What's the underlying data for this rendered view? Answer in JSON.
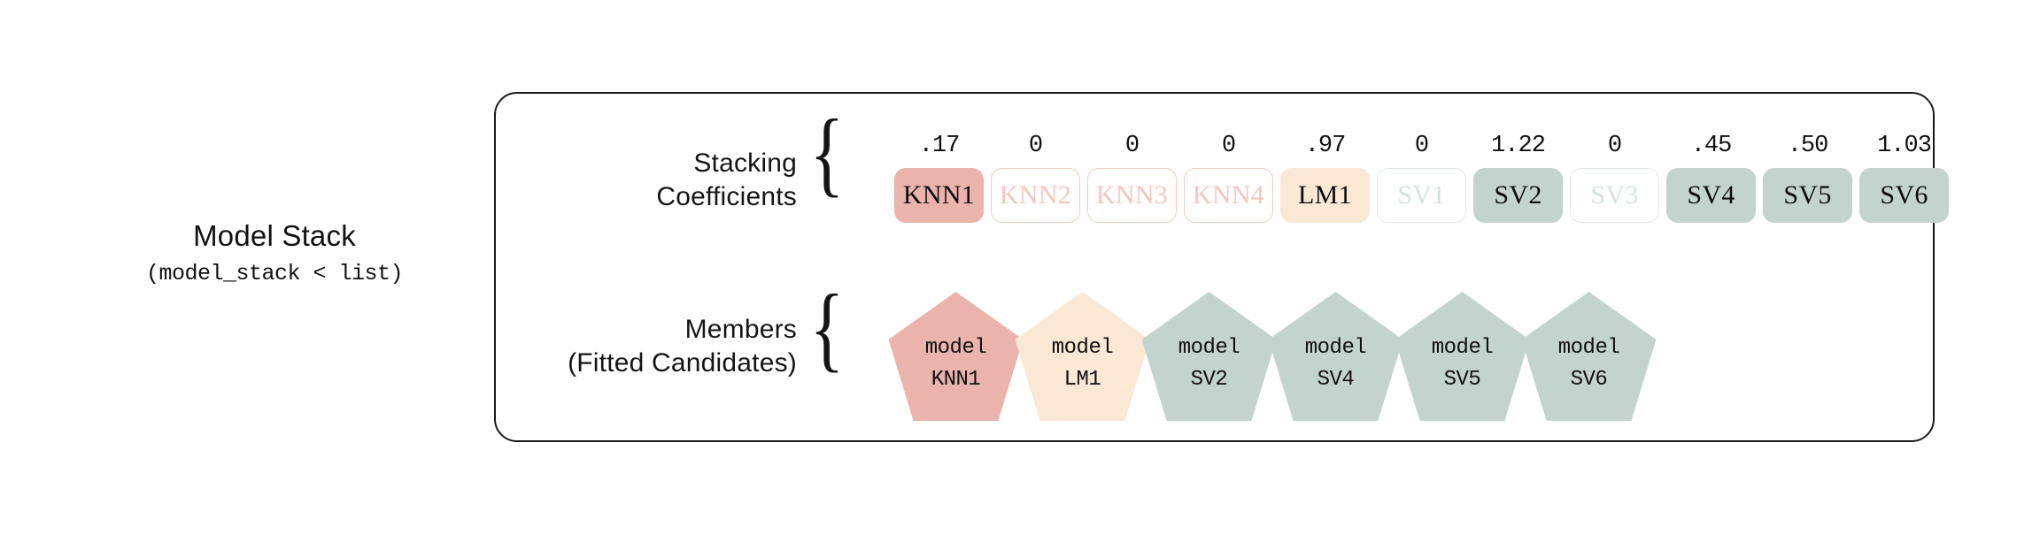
{
  "left_caption": {
    "title": "Model Stack",
    "subtitle": "(model_stack < list)"
  },
  "rows": {
    "coefficients": {
      "label_line1": "Stacking",
      "label_line2": "Coefficients",
      "brace": "{"
    },
    "members": {
      "label_line1": "Members",
      "label_line2": "(Fitted Candidates)",
      "brace": "{"
    }
  },
  "colors": {
    "pink_fill": "#eab3ab",
    "pink_muted": "#f5c5bd",
    "pink_border": "#f3cac3",
    "peach_fill": "#fae7d4",
    "sage_fill": "#c2d4cd",
    "sage_muted": "#d5e2dd",
    "sage_border": "#dde8e4",
    "text_dark": "#0d0d0d",
    "container_border": "#1b1b1b"
  },
  "coefficients": [
    {
      "value": ".17",
      "model": "KNN1",
      "state": "filled",
      "family": "knn"
    },
    {
      "value": "0",
      "model": "KNN2",
      "state": "hollow",
      "family": "knn"
    },
    {
      "value": "0",
      "model": "KNN3",
      "state": "hollow",
      "family": "knn"
    },
    {
      "value": "0",
      "model": "KNN4",
      "state": "hollow",
      "family": "knn"
    },
    {
      "value": ".97",
      "model": "LM1",
      "state": "filled",
      "family": "lm"
    },
    {
      "value": "0",
      "model": "SV1",
      "state": "hollow",
      "family": "sv"
    },
    {
      "value": "1.22",
      "model": "SV2",
      "state": "filled",
      "family": "sv"
    },
    {
      "value": "0",
      "model": "SV3",
      "state": "hollow",
      "family": "sv"
    },
    {
      "value": ".45",
      "model": "SV4",
      "state": "filled",
      "family": "sv"
    },
    {
      "value": ".50",
      "model": "SV5",
      "state": "filled",
      "family": "sv"
    },
    {
      "value": "1.03",
      "model": "SV6",
      "state": "filled",
      "family": "sv"
    }
  ],
  "members": [
    {
      "line1": "model",
      "line2": "KNN1",
      "family": "knn"
    },
    {
      "line1": "model",
      "line2": "LM1",
      "family": "lm"
    },
    {
      "line1": "model",
      "line2": "SV2",
      "family": "sv"
    },
    {
      "line1": "model",
      "line2": "SV4",
      "family": "sv"
    },
    {
      "line1": "model",
      "line2": "SV5",
      "family": "sv"
    },
    {
      "line1": "model",
      "line2": "SV6",
      "family": "sv"
    }
  ]
}
